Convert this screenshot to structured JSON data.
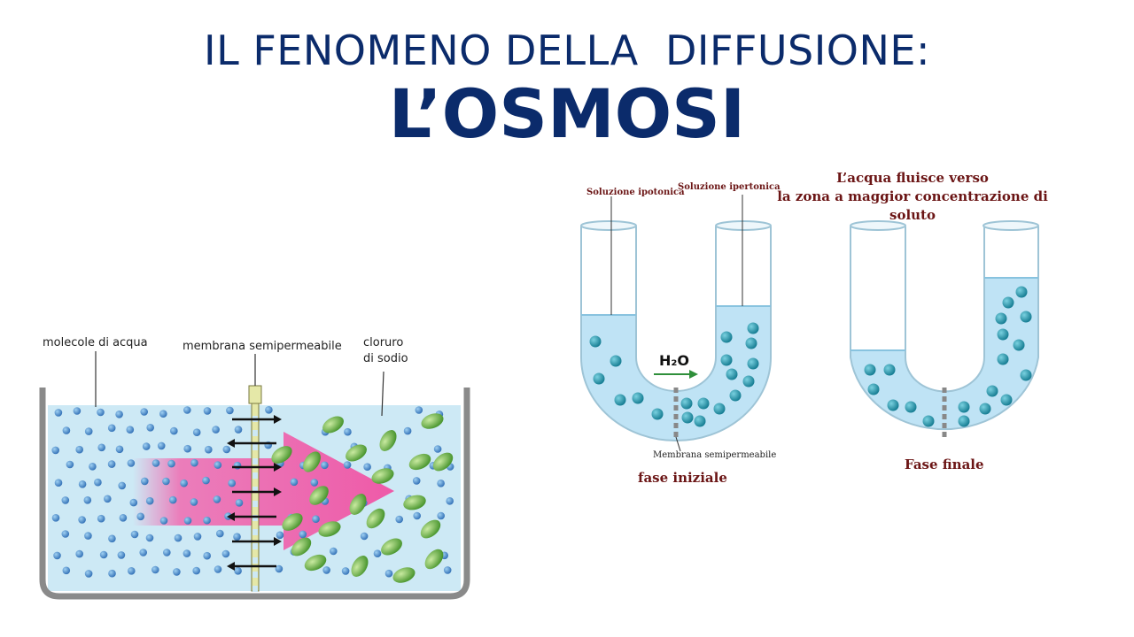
{
  "slide": {
    "title_line1": "IL FENOMENO DELLA  DIFFUSIONE:",
    "title_line2": "L’OSMOSI"
  },
  "left_diagram": {
    "label_water": "molecole di acqua",
    "label_membrane": "membrana semipermeabile",
    "label_salt_line1": "cloruro",
    "label_salt_line2": "di sodio",
    "colors": {
      "water": "#cde9f5",
      "molecule": "#3d7cc0",
      "salt": "#6fb23a",
      "arrow": "#f06ab0",
      "tank": "#8a8a8a"
    }
  },
  "right_diagram": {
    "label_hypotonic": "Soluzione ipotonica",
    "label_hypertonic": "Soluzione ipertonica",
    "h2o": "H₂O",
    "label_membrane": "Membrana semipermeabile",
    "phase_initial": "fase iniziale",
    "caption_line1": "L’acqua fluisce verso",
    "caption_line2": "la zona a maggior concentrazione di",
    "caption_line3": "soluto",
    "phase_final": "Fase finale",
    "colors": {
      "liquid": "#bfe3f5",
      "particle": "#1f8fa8",
      "text": "#6b1515"
    }
  }
}
